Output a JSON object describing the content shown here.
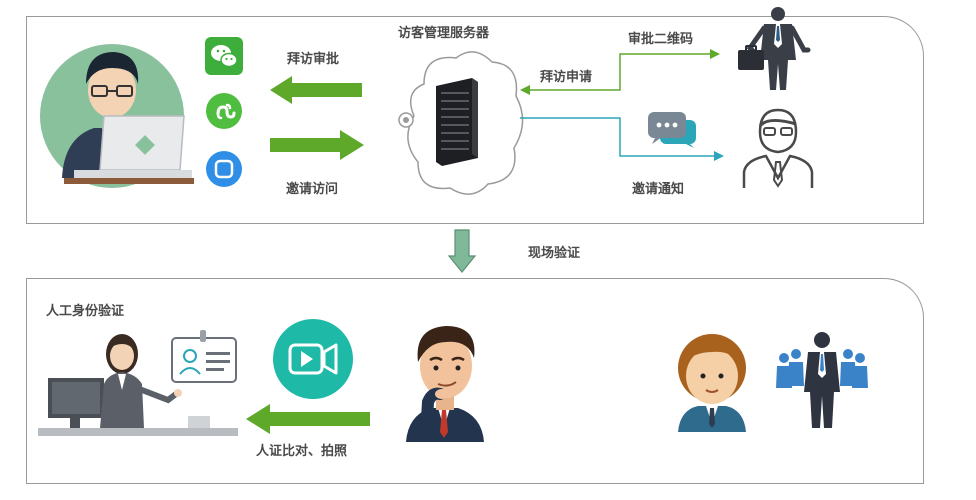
{
  "top_panel": {
    "server_title": "访客管理服务器",
    "arrow_left_label": "拜访审批",
    "arrow_right_label": "邀请访问",
    "visit_request_label": "拜访申请",
    "approval_qr_label": "审批二维码",
    "invite_notice_label": "邀请通知"
  },
  "middle": {
    "onsite_label": "现场验证"
  },
  "bottom_panel": {
    "manual_title": "人工身份验证",
    "compare_label": "人证比对、拍照"
  },
  "colors": {
    "green_arrow": "#5ea82a",
    "teal_line": "#2aa6b8",
    "panel_border": "#9a9a9a",
    "label_text": "#4a4a4a"
  }
}
